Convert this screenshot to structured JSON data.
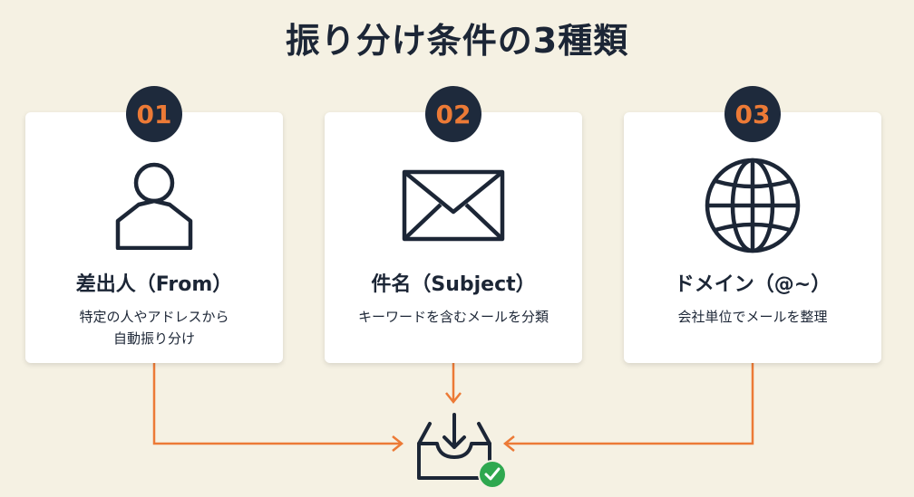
{
  "title": "振り分け条件の3種類",
  "cards": [
    {
      "number": "01",
      "icon": "person-icon",
      "title": "差出人（From）",
      "description": "特定の人やアドレスから\n自動振り分け"
    },
    {
      "number": "02",
      "icon": "envelope-icon",
      "title": "件名（Subject）",
      "description": "キーワードを含むメールを分類"
    },
    {
      "number": "03",
      "icon": "globe-icon",
      "title": "ドメイン（@~）",
      "description": "会社単位でメールを整理"
    }
  ],
  "target_icon": "inbox-check-icon",
  "colors": {
    "background": "#f5f1e3",
    "navy": "#1e2a3c",
    "accent": "#ec7a36",
    "success": "#2fa84f"
  }
}
